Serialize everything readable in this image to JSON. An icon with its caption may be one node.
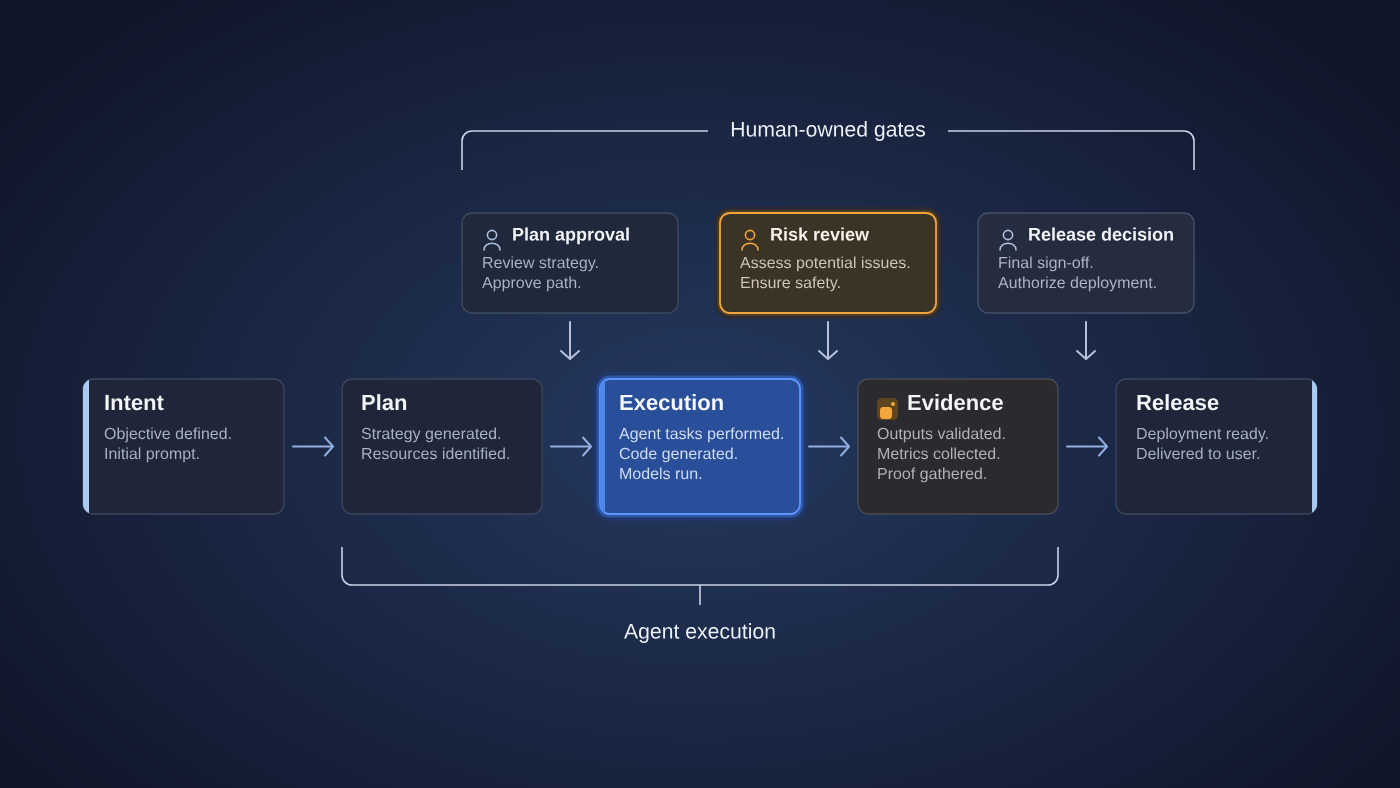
{
  "diagram": {
    "nodes": [
      {
        "text": [
          "Plan approval",
          "Review strategy. Approve path."
        ]
      },
      {
        "text": [
          "Risk review",
          "Assess potential issues. Ensure safety."
        ]
      },
      {
        "text": [
          "Release decision",
          "Final sign-off. Authorize deployment."
        ]
      },
      {
        "text": [
          "Intent",
          "Objective defined. Initial prompt."
        ]
      },
      {
        "text": [
          "Plan",
          "Strategy generated. Resources identified."
        ]
      },
      {
        "text": [
          "Execution",
          "Agent tasks performed. Code generated. Models run."
        ]
      },
      {
        "text": [
          "Evidence",
          "Outputs validated. Metrics collected. Proof gathered."
        ]
      },
      {
        "text": [
          "Release",
          "Deployment ready. Delivered to user."
        ]
      }
    ],
    "edges": [
      {
        "from": 3,
        "to": 4,
        "arrow": "to"
      },
      {
        "from": 4,
        "to": 5,
        "arrow": "to"
      },
      {
        "from": 5,
        "to": 6,
        "arrow": "to"
      },
      {
        "from": 6,
        "to": 7,
        "arrow": "to"
      },
      {
        "from": 0,
        "to": null,
        "arrow": "to",
        "color": "#b8c0da"
      },
      {
        "from": 1,
        "to": null,
        "arrow": "to",
        "color": "#b8c0da"
      },
      {
        "from": 2,
        "to": null,
        "arrow": "to",
        "color": "#b8c0da"
      }
    ],
    "labels": [
      "Human-owned gates",
      "Agent execution"
    ]
  }
}
